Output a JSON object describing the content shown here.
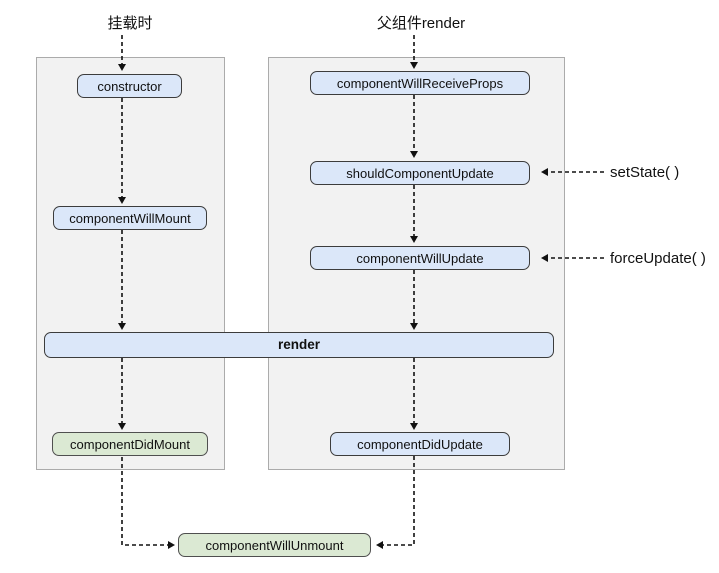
{
  "titles": {
    "mount": "挂载时",
    "parent_render": "父组件render"
  },
  "nodes": {
    "constructor": "constructor",
    "component_will_mount": "componentWillMount",
    "component_will_receive_props": "componentWillReceiveProps",
    "should_component_update": "shouldComponentUpdate",
    "component_will_update": "componentWillUpdate",
    "render": "render",
    "component_did_mount": "componentDidMount",
    "component_did_update": "componentDidUpdate",
    "component_will_unmount": "componentWillUnmount"
  },
  "side_labels": {
    "set_state": "setState( )",
    "force_update": "forceUpdate( )"
  },
  "colors": {
    "box_blue_fill": "#dbe7f9",
    "box_green_fill": "#dbe9d3",
    "box_border": "#3c3c3c",
    "panel_fill": "#f2f2f2",
    "panel_border": "#ababab",
    "connector": "#111111"
  },
  "edges": [
    {
      "from": "挂载时",
      "to": "constructor",
      "style": "dashed-arrow"
    },
    {
      "from": "constructor",
      "to": "componentWillMount",
      "style": "dashed-arrow"
    },
    {
      "from": "componentWillMount",
      "to": "render",
      "style": "dashed-arrow"
    },
    {
      "from": "render",
      "to": "componentDidMount",
      "style": "dashed-arrow"
    },
    {
      "from": "componentDidMount",
      "to": "componentWillUnmount",
      "style": "dashed-arrow"
    },
    {
      "from": "父组件render",
      "to": "componentWillReceiveProps",
      "style": "dashed-arrow"
    },
    {
      "from": "componentWillReceiveProps",
      "to": "shouldComponentUpdate",
      "style": "dashed-arrow"
    },
    {
      "from": "shouldComponentUpdate",
      "to": "componentWillUpdate",
      "style": "dashed-arrow"
    },
    {
      "from": "componentWillUpdate",
      "to": "render",
      "style": "dashed-arrow"
    },
    {
      "from": "render",
      "to": "componentDidUpdate",
      "style": "dashed-arrow"
    },
    {
      "from": "componentDidUpdate",
      "to": "componentWillUnmount",
      "style": "dashed-arrow"
    },
    {
      "from": "setState( )",
      "to": "shouldComponentUpdate",
      "style": "dashed-arrow"
    },
    {
      "from": "forceUpdate( )",
      "to": "componentWillUpdate",
      "style": "dashed-arrow"
    }
  ]
}
